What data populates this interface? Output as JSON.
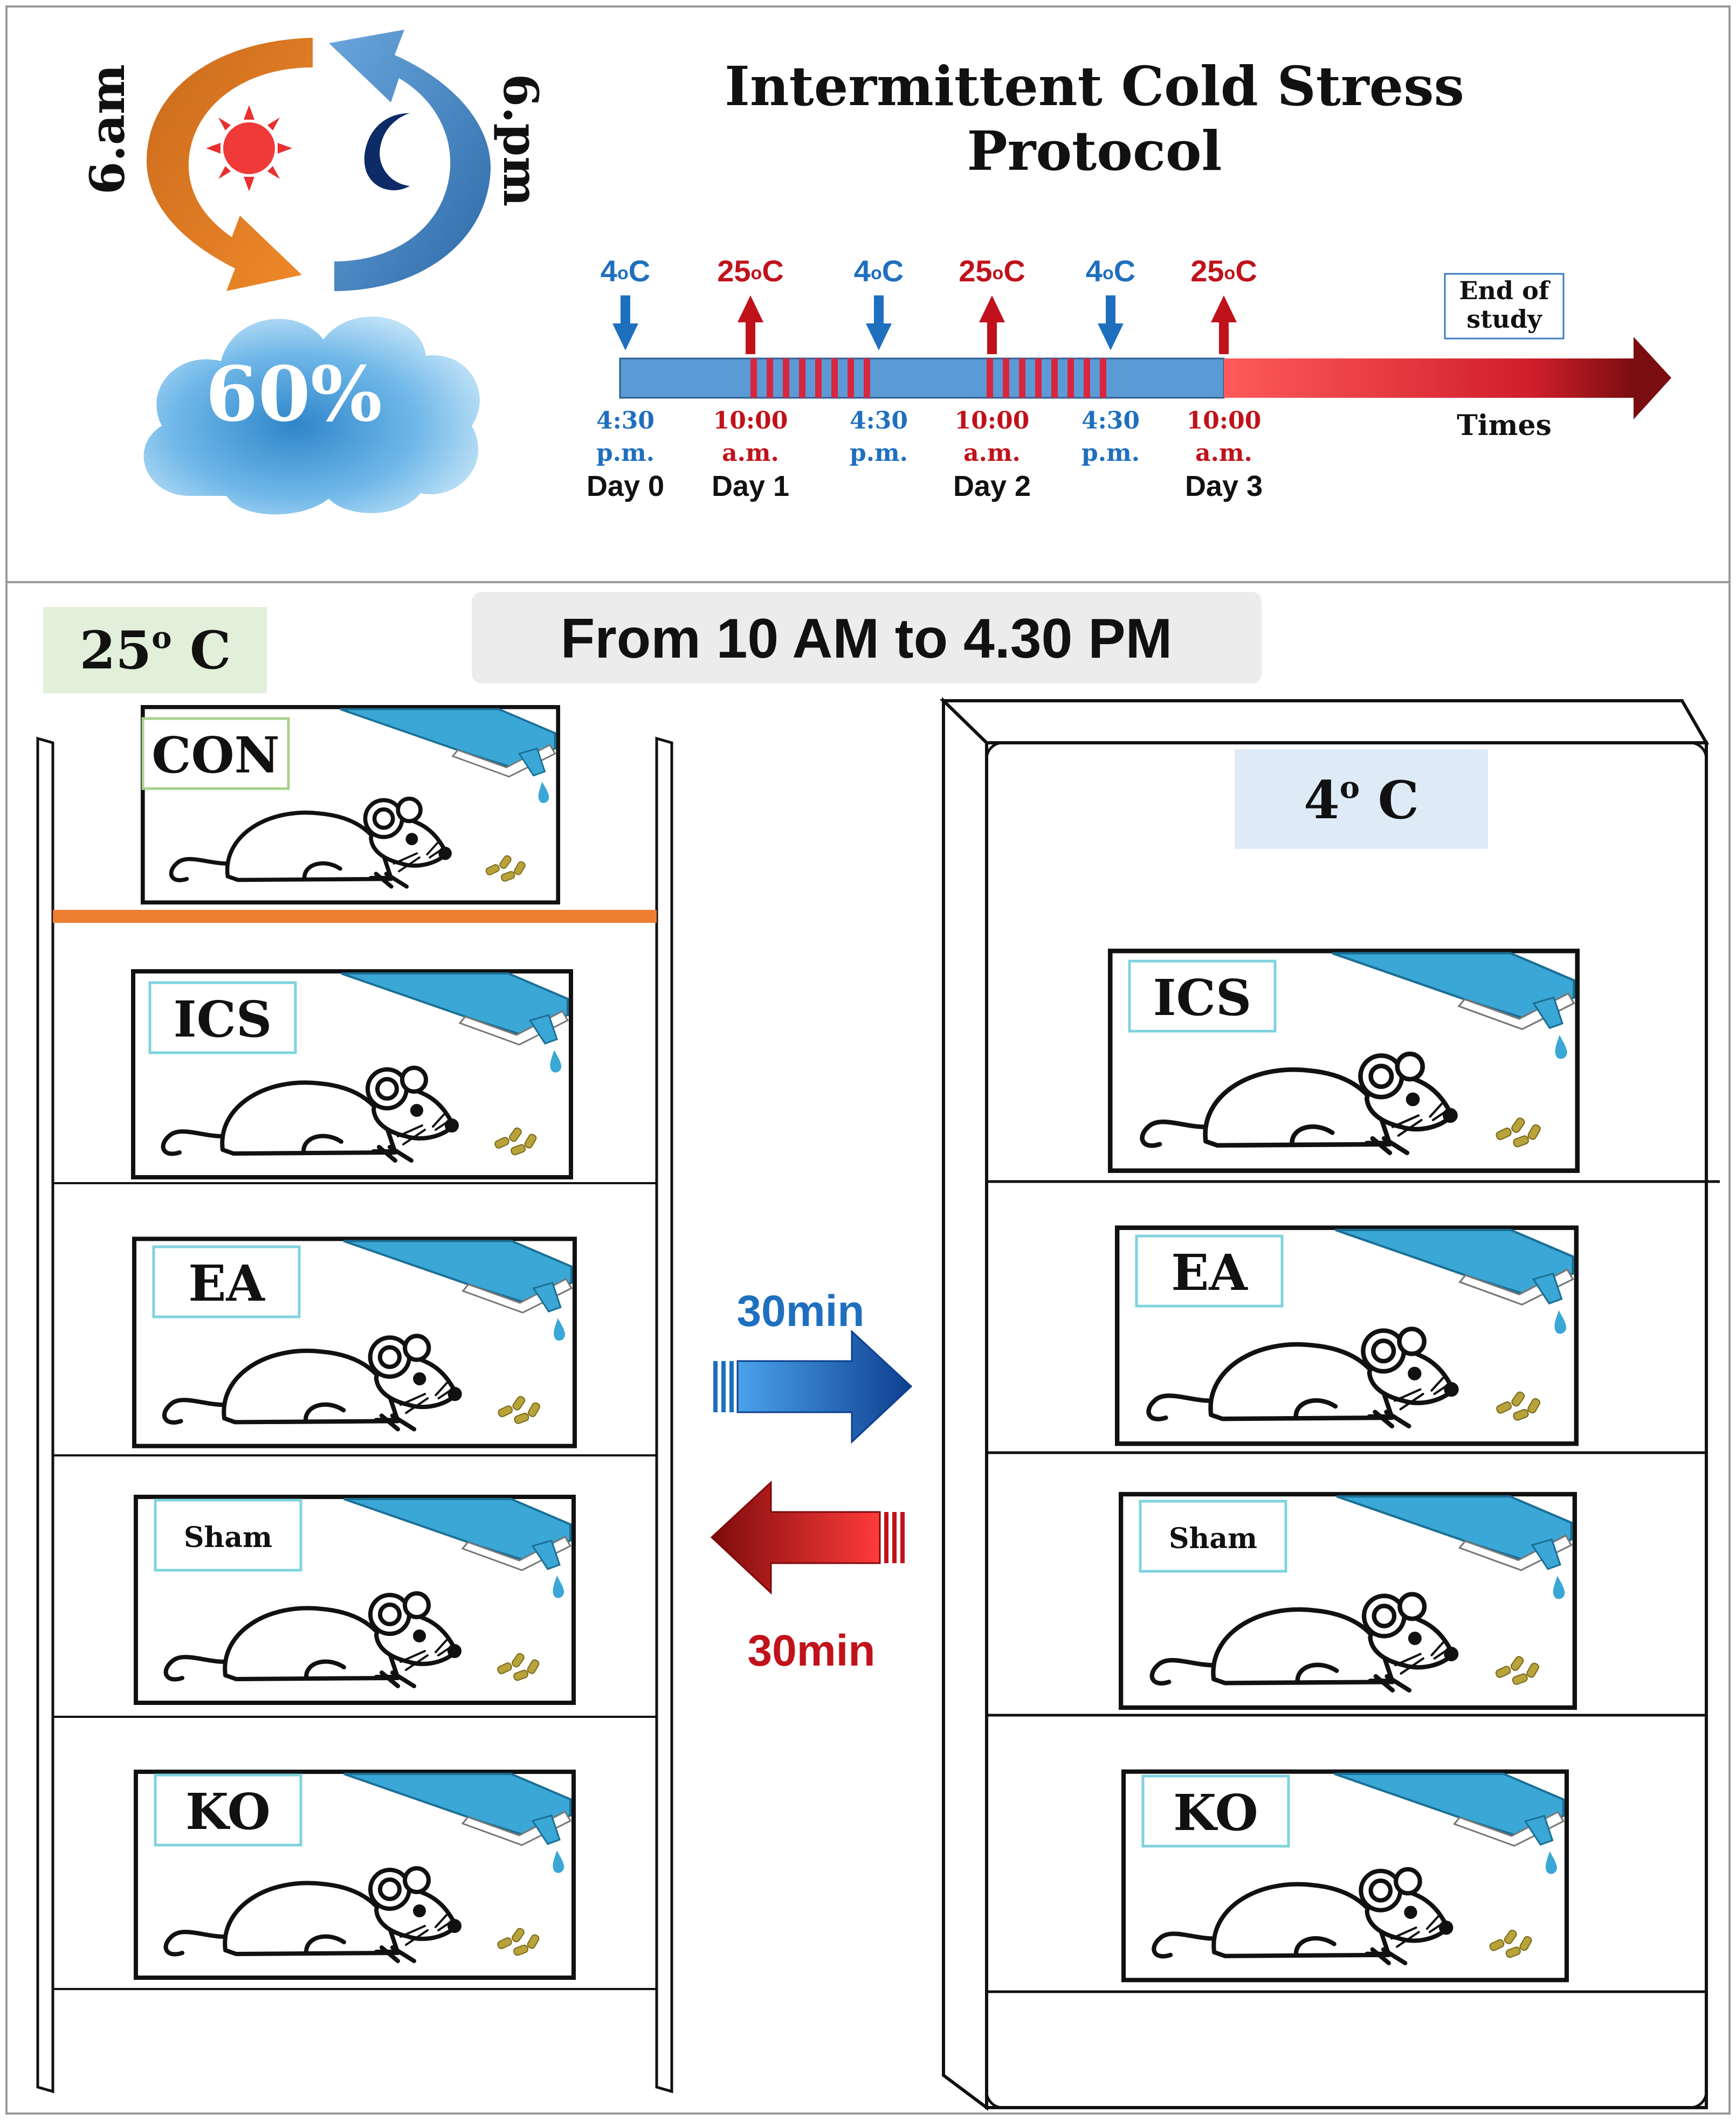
{
  "title": {
    "line1": "Intermittent Cold Stress",
    "line2": "Protocol"
  },
  "cycle": {
    "am_label": "6.am",
    "pm_label": "6.pm",
    "humidity": "60%"
  },
  "timeline": {
    "markers": [
      {
        "temp_num": "4",
        "temp_sup": "o",
        "temp_unit": "C",
        "direction": "down",
        "time_line1": "4:30",
        "time_line2": "p.m.",
        "day": "Day 0",
        "color": "#1f6fbf"
      },
      {
        "temp_num": "25",
        "temp_sup": "o",
        "temp_unit": "C",
        "direction": "up",
        "time_line1": "10:00",
        "time_line2": "a.m.",
        "day": "Day 1",
        "color": "#c0121b"
      },
      {
        "temp_num": "4",
        "temp_sup": "o",
        "temp_unit": "C",
        "direction": "down",
        "time_line1": "4:30",
        "time_line2": "p.m.",
        "day": "",
        "color": "#1f6fbf"
      },
      {
        "temp_num": "25",
        "temp_sup": "o",
        "temp_unit": "C",
        "direction": "up",
        "time_line1": "10:00",
        "time_line2": "a.m.",
        "day": "Day 2",
        "color": "#c0121b"
      },
      {
        "temp_num": "4",
        "temp_sup": "o",
        "temp_unit": "C",
        "direction": "down",
        "time_line1": "4:30",
        "time_line2": "p.m.",
        "day": "",
        "color": "#1f6fbf"
      },
      {
        "temp_num": "25",
        "temp_sup": "o",
        "temp_unit": "C",
        "direction": "up",
        "time_line1": "10:00",
        "time_line2": "a.m.",
        "day": "Day 3",
        "color": "#c0121b"
      }
    ],
    "end_label_line1": "End of",
    "end_label_line2": "study",
    "axis_label": "Times"
  },
  "bottom": {
    "banner": "From 10 AM to 4.30 PM",
    "left_temp_num": "25",
    "left_temp_sup": "o",
    "left_temp_unit": " C",
    "right_temp_num": "4",
    "right_temp_sup": "o",
    "right_temp_unit": " C",
    "to_cold_label": "30min",
    "to_warm_label": "30min",
    "left_cages": [
      "CON",
      "ICS",
      "EA",
      "Sham",
      "KO"
    ],
    "right_cages": [
      "ICS",
      "EA",
      "Sham",
      "KO"
    ]
  },
  "colors": {
    "cold": "#1f6fbf",
    "warm": "#c0121b",
    "bar": "#5b9bd5",
    "shelf_orange": "#ed7d31",
    "green_tag": "#e2efda",
    "blue_tag": "#deebf7",
    "bottle": "#3aa7d6",
    "pellets": "#b8a33a"
  }
}
